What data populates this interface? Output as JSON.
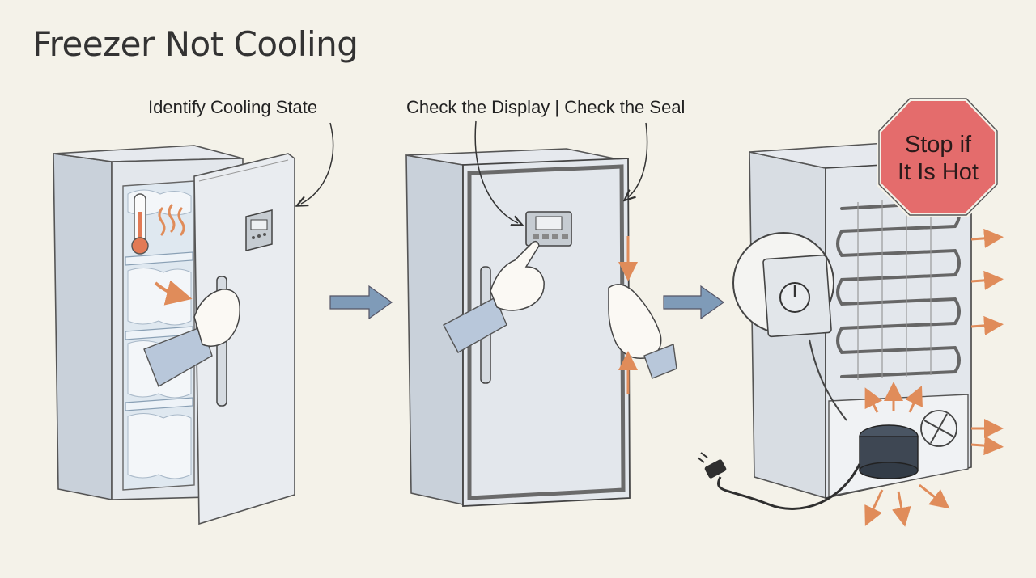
{
  "title": "Freezer Not Cooling",
  "steps": [
    {
      "label": "Identify Cooling State"
    },
    {
      "label": "Check the Display | Check the Seal"
    },
    {
      "label": "Stop if It Is Hot",
      "line1": "Stop if",
      "line2": "It Is Hot"
    }
  ],
  "colors": {
    "background": "#f4f2e9",
    "appliance": "#dfe4ea",
    "flow_arrow": "#7f9bb8",
    "heat_arrow": "#e08c5a",
    "stop_sign": "#e46c6c",
    "sleeve": "#b8c7da"
  },
  "icons": [
    "thermometer-icon",
    "heat-waves-icon",
    "control-panel-icon",
    "thermostat-dial-icon",
    "compressor-icon",
    "fan-icon",
    "power-plug-icon",
    "stop-sign-icon"
  ]
}
